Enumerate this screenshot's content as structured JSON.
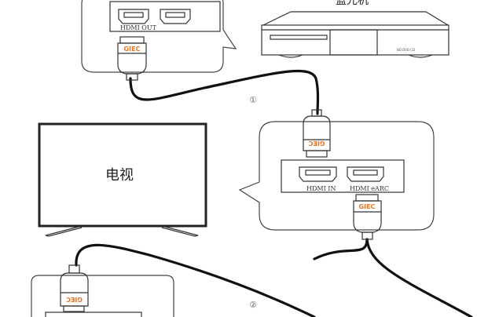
{
  "devices": {
    "player_label": "蓝光机",
    "tv_label": "电视"
  },
  "ports": {
    "hdmi_out": "HDMI OUT",
    "hdmi_in": "HDMI IN",
    "hdmi_earc": "HDMI eARC"
  },
  "plug_brand": "GIEC",
  "steps": [
    "①",
    "②"
  ],
  "colors": {
    "brand": "#e8731f",
    "cable": "#111111",
    "outline": "#444444"
  }
}
